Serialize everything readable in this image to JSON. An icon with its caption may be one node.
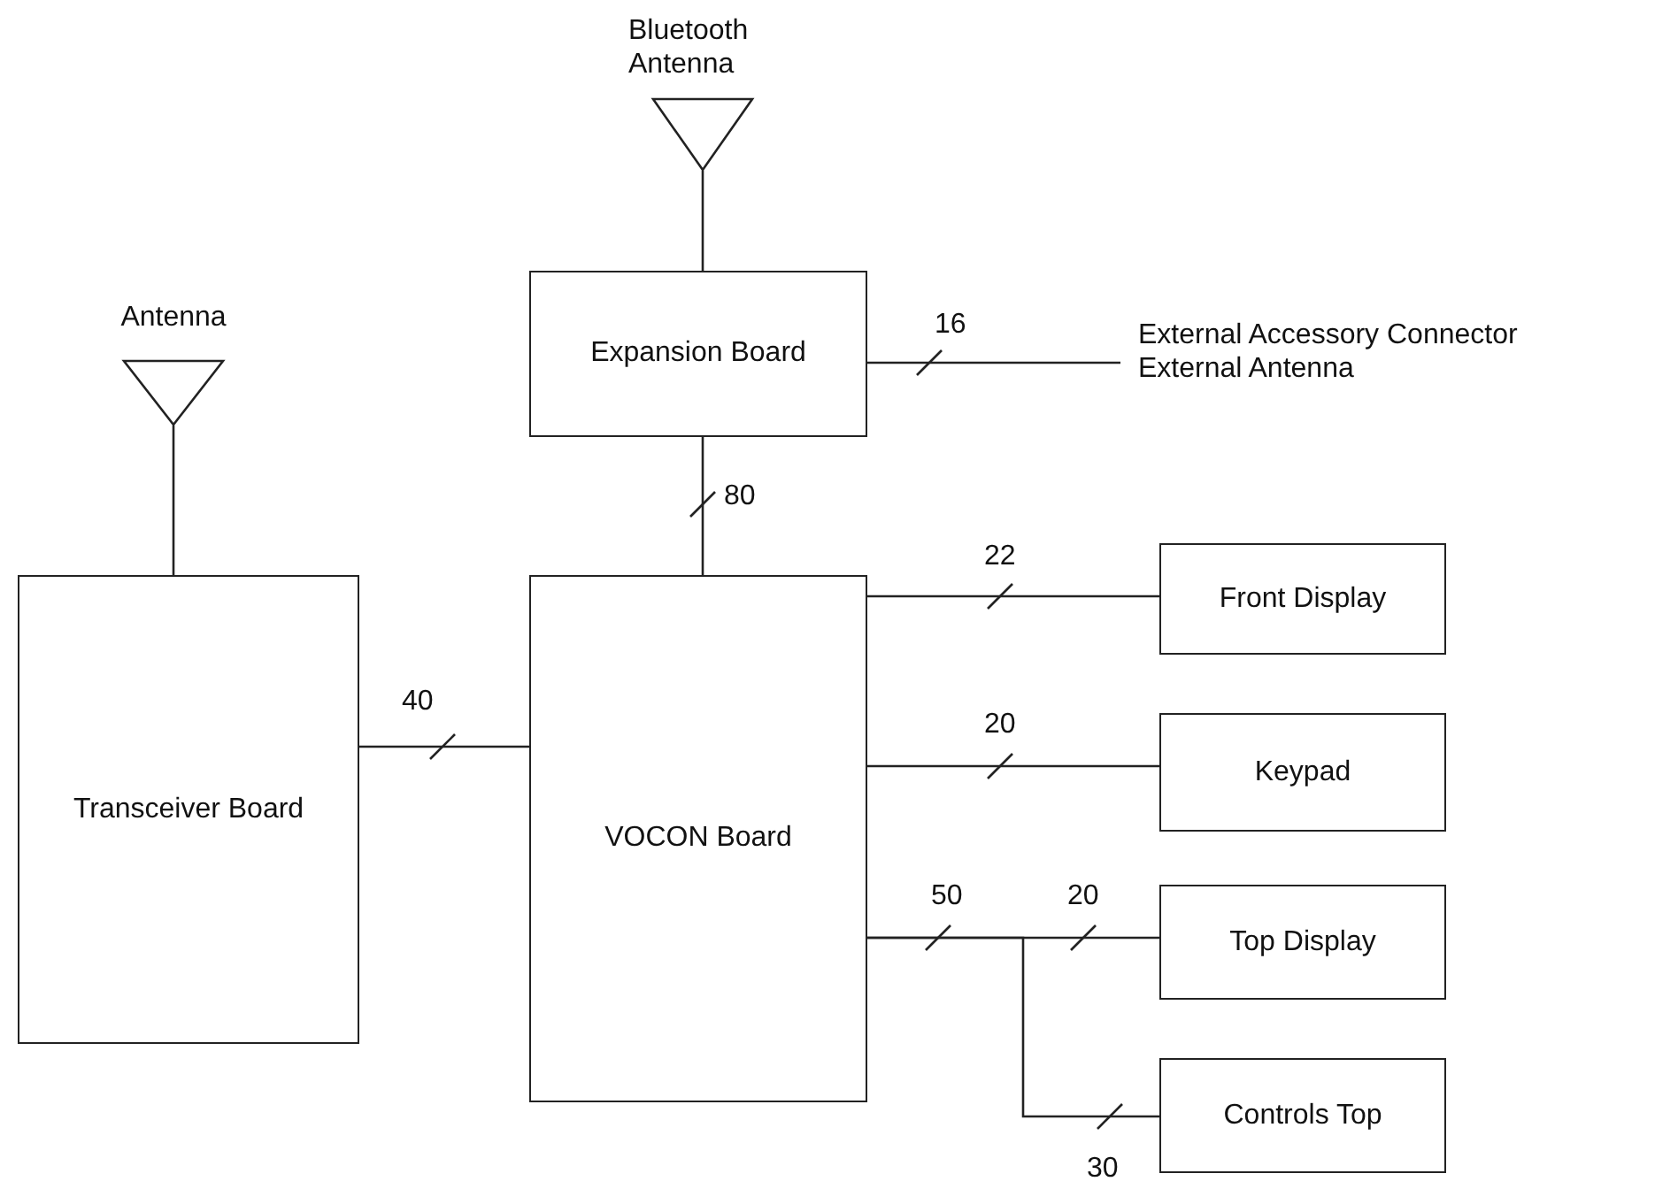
{
  "diagram": {
    "nodes": [
      {
        "text": [
          "Bluetooth Antenna"
        ]
      },
      {
        "text": [
          "Expansion Board"
        ]
      },
      {
        "text": [
          "External Accessory Connector External Antenna"
        ]
      },
      {
        "text": [
          "Antenna"
        ]
      },
      {
        "text": [
          "Transceiver Board"
        ]
      },
      {
        "text": [
          "VOCON Board"
        ]
      },
      {
        "text": [
          "Front Display"
        ]
      },
      {
        "text": [
          "Keypad"
        ]
      },
      {
        "text": [
          "Top Display"
        ]
      },
      {
        "text": [
          "Controls Top"
        ]
      }
    ],
    "edges": [
      {
        "from": 0,
        "to": 1,
        "arrow": "none"
      },
      {
        "from": 1,
        "to": 2,
        "arrow": "none",
        "label": "16"
      },
      {
        "from": 1,
        "to": 5,
        "arrow": "none",
        "label": "80"
      },
      {
        "from": 3,
        "to": 4,
        "arrow": "none"
      },
      {
        "from": 4,
        "to": 5,
        "arrow": "none",
        "label": "40"
      },
      {
        "from": 5,
        "to": 6,
        "arrow": "none",
        "label": "22"
      },
      {
        "from": 5,
        "to": 7,
        "arrow": "none",
        "label": "20"
      },
      {
        "from": 5,
        "to": 8,
        "arrow": "none",
        "label": "20"
      },
      {
        "from": 5,
        "to": 9,
        "arrow": "none",
        "label": "30"
      }
    ],
    "labels": [
      "50"
    ]
  }
}
